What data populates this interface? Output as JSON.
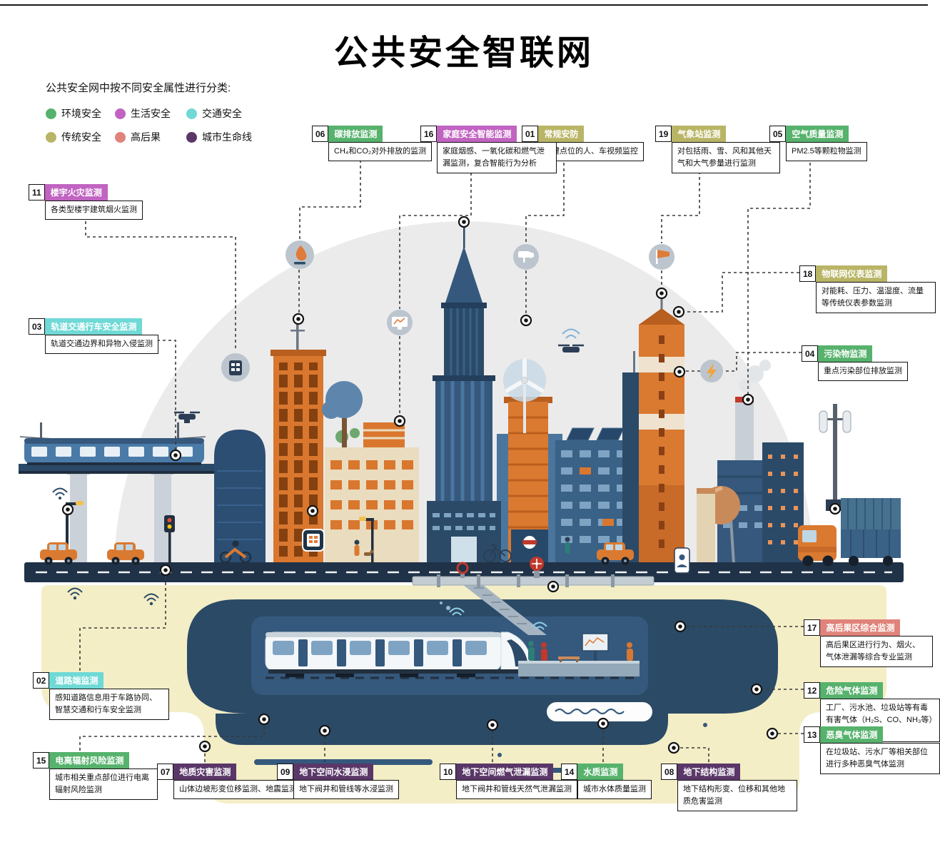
{
  "page": {
    "title": "公共安全智联网"
  },
  "legend": {
    "heading": "公共安全网中按不同安全属性进行分类:",
    "items": [
      {
        "label": "环境安全",
        "color": "#56B26C",
        "category": "env"
      },
      {
        "label": "生活安全",
        "color": "#C163C1",
        "category": "life"
      },
      {
        "label": "交通安全",
        "color": "#6FD9D6",
        "category": "traffic"
      },
      {
        "label": "传统安全",
        "color": "#B9B566",
        "category": "trad"
      },
      {
        "label": "高后果",
        "color": "#E0837A",
        "category": "hc"
      },
      {
        "label": "城市生命线",
        "color": "#5A3768",
        "category": "lifeline"
      }
    ]
  },
  "palette": {
    "env": "#56B26C",
    "life": "#C163C1",
    "traffic": "#6FD9D6",
    "trad": "#B9B566",
    "hc": "#E0837A",
    "lifeline": "#5A3768"
  },
  "callouts": {
    "c01": {
      "num": "01",
      "title": "常规安防",
      "desc": "关键点位的人、车视频监控",
      "category": "trad"
    },
    "c02": {
      "num": "02",
      "title": "道路端监测",
      "desc": "感知道路信息用于车路协同、智慧交通和行车安全监测",
      "category": "traffic"
    },
    "c03": {
      "num": "03",
      "title": "轨道交通行车安全监测",
      "desc": "轨道交通边界和异物入侵监测",
      "category": "traffic"
    },
    "c04": {
      "num": "04",
      "title": "污染物监测",
      "desc": "重点污染部位排放监测",
      "category": "env"
    },
    "c05": {
      "num": "05",
      "title": "空气质量监测",
      "desc": "PM2.5等颗粒物监测",
      "category": "env"
    },
    "c06": {
      "num": "06",
      "title": "碳排放监测",
      "desc": "CH₄和CO₂对外排放的监测",
      "category": "env"
    },
    "c07": {
      "num": "07",
      "title": "地质灾害监测",
      "desc": "山体边坡形变位移监测、地震监测",
      "category": "lifeline"
    },
    "c08": {
      "num": "08",
      "title": "地下结构监测",
      "desc": "地下结构形变、位移和其他地质危害监测",
      "category": "lifeline"
    },
    "c09": {
      "num": "09",
      "title": "地下空间水浸监测",
      "desc": "地下阀井和管线等水浸监测",
      "category": "lifeline"
    },
    "c10": {
      "num": "10",
      "title": "地下空间燃气泄漏监测",
      "desc": "地下阀井和管线天然气泄漏监测",
      "category": "lifeline"
    },
    "c11": {
      "num": "11",
      "title": "楼宇火灾监测",
      "desc": "各类型楼宇建筑烟火监测",
      "category": "life"
    },
    "c12": {
      "num": "12",
      "title": "危险气体监测",
      "desc": "工厂、污水池、垃圾站等有毒有害气体（H₂S、CO、NH₃等）监测",
      "category": "env"
    },
    "c13": {
      "num": "13",
      "title": "恶臭气体监测",
      "desc": "在垃圾站、污水厂等相关部位进行多种恶臭气体监测",
      "category": "env"
    },
    "c14": {
      "num": "14",
      "title": "水质监测",
      "desc": "城市水体质量监测",
      "category": "env"
    },
    "c15": {
      "num": "15",
      "title": "电离辐射风险监测",
      "desc": "城市相关重点部位进行电离辐射风险监测",
      "category": "env"
    },
    "c16": {
      "num": "16",
      "title": "家庭安全智能监测",
      "desc": "家庭烟感、一氧化碳和燃气泄漏监测，复合智能行为分析",
      "category": "life"
    },
    "c17": {
      "num": "17",
      "title": "高后果区综合监测",
      "desc": "高后果区进行行为、烟火、气体泄漏等综合专业监测",
      "category": "hc"
    },
    "c18": {
      "num": "18",
      "title": "物联网仪表监测",
      "desc": "对能耗、压力、温湿度、流量等传统仪表参数监测",
      "category": "trad"
    },
    "c19": {
      "num": "19",
      "title": "气象站监测",
      "desc": "对包括雨、雪、风和其他天气和大气参量进行监测",
      "category": "trad"
    }
  }
}
